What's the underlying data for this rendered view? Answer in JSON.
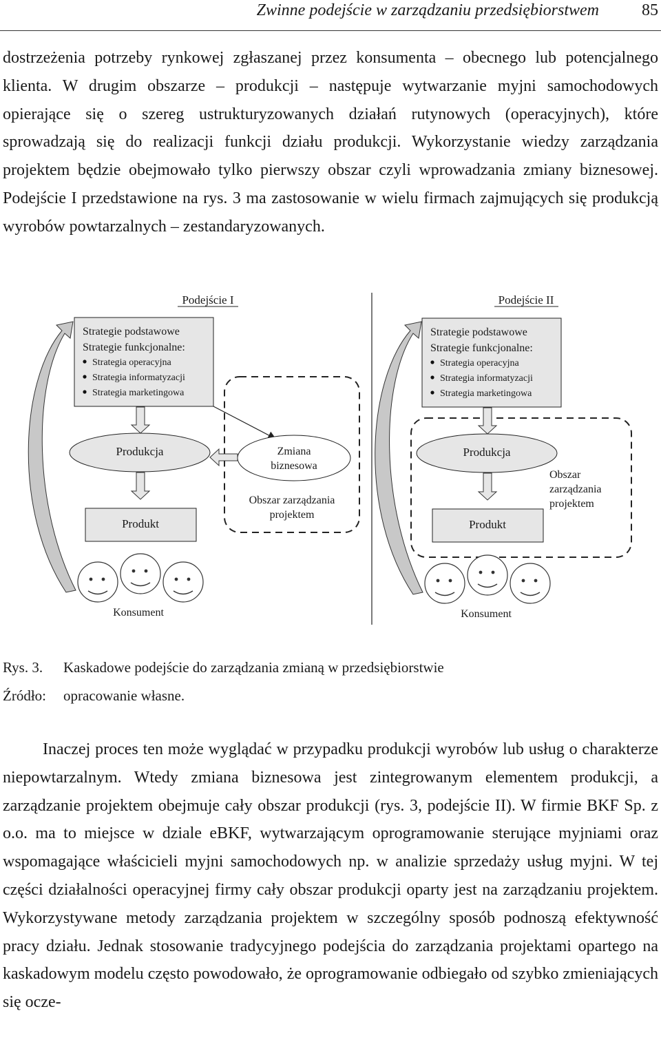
{
  "header": {
    "title": "Zwinne podejście w zarządzaniu przedsiębiorstwem",
    "page_number": "85"
  },
  "paragraph1": "dostrzeżenia potrzeby rynkowej zgłaszanej przez konsumenta – obecnego lub potencjalnego klienta. W drugim obszarze – produkcji – następuje wytwarzanie myjni samochodowych opierające się o szereg ustrukturyzowanych działań rutynowych (operacyjnych), które sprowadzają się do realizacji funkcji działu produkcji. Wykorzystanie wiedzy zarządzania projektem będzie obejmowało tylko pierwszy obszar czyli wprowadzania zmiany biznesowej. Podejście I przedstawione na rys. 3 ma zastosowanie w wielu firmach zajmujących się produkcją wyrobów powtarzalnych – zestandaryzowanych.",
  "figure": {
    "left": {
      "title": "Podejście I",
      "strategy_line1": "Strategie podstawowe",
      "strategy_line2": "Strategie funkcjonalne:",
      "bullets": [
        "Strategia operacyjna",
        "Strategia informatyzacji",
        "Strategia marketingowa"
      ],
      "production": "Produkcja",
      "product": "Produkt",
      "change_line1": "Zmiana",
      "change_line2": "biznesowa",
      "pm_line1": "Obszar zarządzania",
      "pm_line2": "projektem",
      "consumer": "Konsument"
    },
    "right": {
      "title": "Podejście II",
      "strategy_line1": "Strategie podstawowe",
      "strategy_line2": "Strategie funkcjonalne:",
      "bullets": [
        "Strategia operacyjna",
        "Strategia informatyzacji",
        "Strategia marketingowa"
      ],
      "production": "Produkcja",
      "product": "Produkt",
      "pm_line1": "Obszar",
      "pm_line2": "zarządzania",
      "pm_line3": "projektem",
      "consumer": "Konsument"
    }
  },
  "caption": {
    "label": "Rys. 3.",
    "text": "Kaskadowe podejście do zarządzania zmianą w przedsiębiorstwie",
    "source_label": "Źródło:",
    "source_text": "opracowanie własne."
  },
  "paragraph2": "Inaczej proces ten może wyglądać w przypadku produkcji wyrobów lub usług o charakterze niepowtarzalnym. Wtedy zmiana biznesowa jest zintegrowanym elementem produkcji, a zarządzanie projektem obejmuje cały obszar produkcji (rys. 3, podejście II). W firmie BKF Sp. z o.o. ma to miejsce w dziale eBKF, wytwarzającym oprogramowanie sterujące myjniami oraz wspomagające właścicieli myjni samochodowych np. w analizie sprzedaży usług myjni. W tej części działalności operacyjnej firmy cały obszar produkcji oparty jest na zarządzaniu projektem. Wykorzystywane metody zarządzania projektem w szczególny sposób podnoszą efektywność pracy działu. Jednak stosowanie tradycyjnego podejścia do zarządzania projektami opartego na kaskadowym modelu często powodowało, że oprogramowanie odbiegało od szybko zmieniających się ocze-"
}
